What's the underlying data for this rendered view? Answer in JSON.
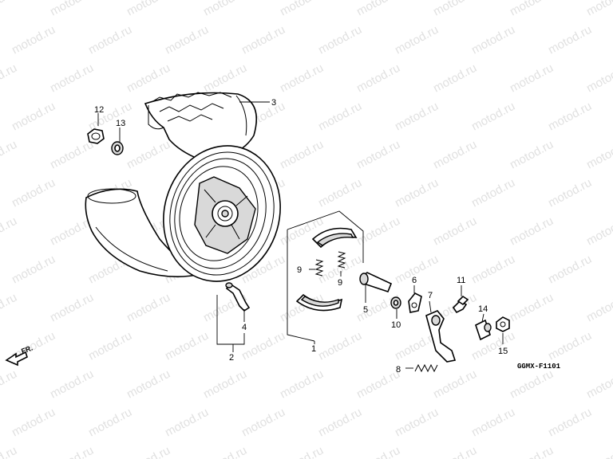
{
  "diagram_code": "GGMX-F1101",
  "direction_label": "FR.",
  "watermark_text": "motod.ru",
  "callouts": {
    "c1": "1",
    "c2": "2",
    "c3": "3",
    "c4": "4",
    "c5": "5",
    "c6": "6",
    "c7": "7",
    "c8": "8",
    "c9a": "9",
    "c9b": "9",
    "c10": "10",
    "c11": "11",
    "c12": "12",
    "c13": "13",
    "c14": "14",
    "c15": "15"
  },
  "colors": {
    "line": "#000000",
    "shade": "#d9d9d9",
    "watermark": "#c8c8c8"
  }
}
